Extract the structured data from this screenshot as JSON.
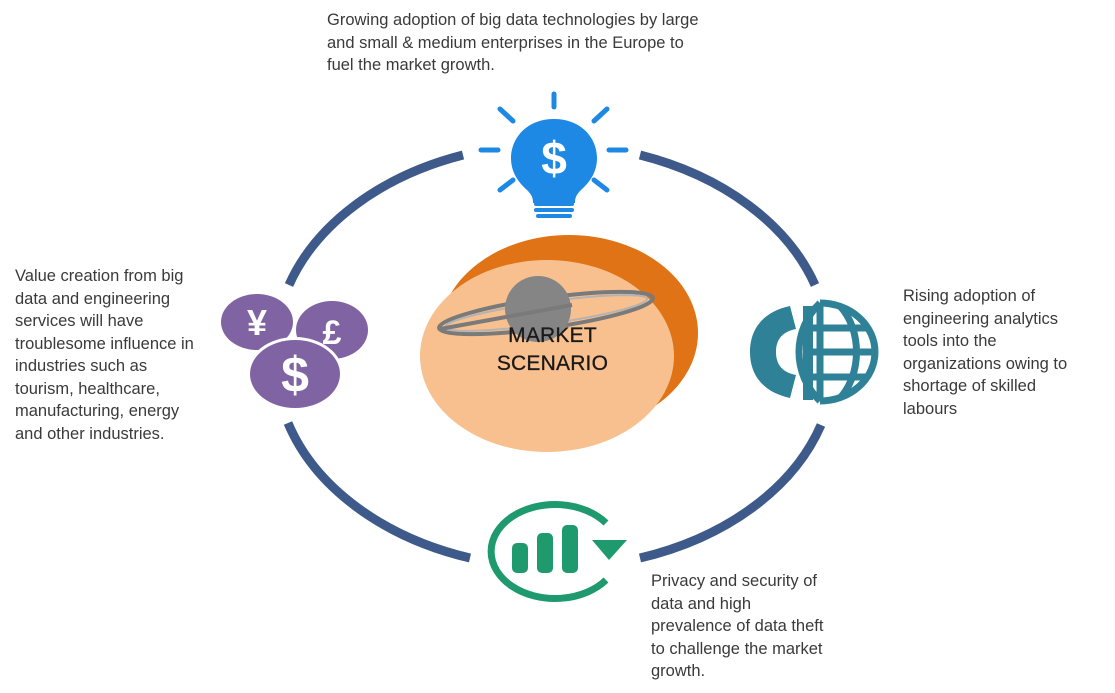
{
  "center": {
    "line1": "MARKET",
    "line2": "SCENARIO"
  },
  "drivers": {
    "top": "Growing adoption of big data technologies by large\nand small & medium enterprises in the Europe to\nfuel the market growth.",
    "left": "Value creation  from  big\ndata and engineering\nservices  will  have\ntroublesome influence in\nindustries such as\ntourism, healthcare,\nmanufacturing, energy\nand other industries.",
    "right": "Rising  adoption of\nengineering analytics\ntools into the\norganizations owing to\nshortage of skilled\nlabours",
    "bottom": "Privacy and security of\ndata and high\nprevalence of data theft\nto challenge the market\ngrowth."
  },
  "icons": {
    "top": "lightbulb-dollar-icon",
    "left": "currency-coins-icon",
    "right": "globe-phone-icon",
    "bottom": "growth-chart-icon",
    "center": "planet-icon"
  },
  "colors": {
    "ring": "#3d5a8a",
    "bulb": "#1e88e5",
    "coins": "#7f63a3",
    "globe": "#2e8196",
    "chart": "#1e9a6e",
    "planet_back": "#e07316",
    "planet_front": "#f8c08e",
    "saturn": "#858585"
  }
}
